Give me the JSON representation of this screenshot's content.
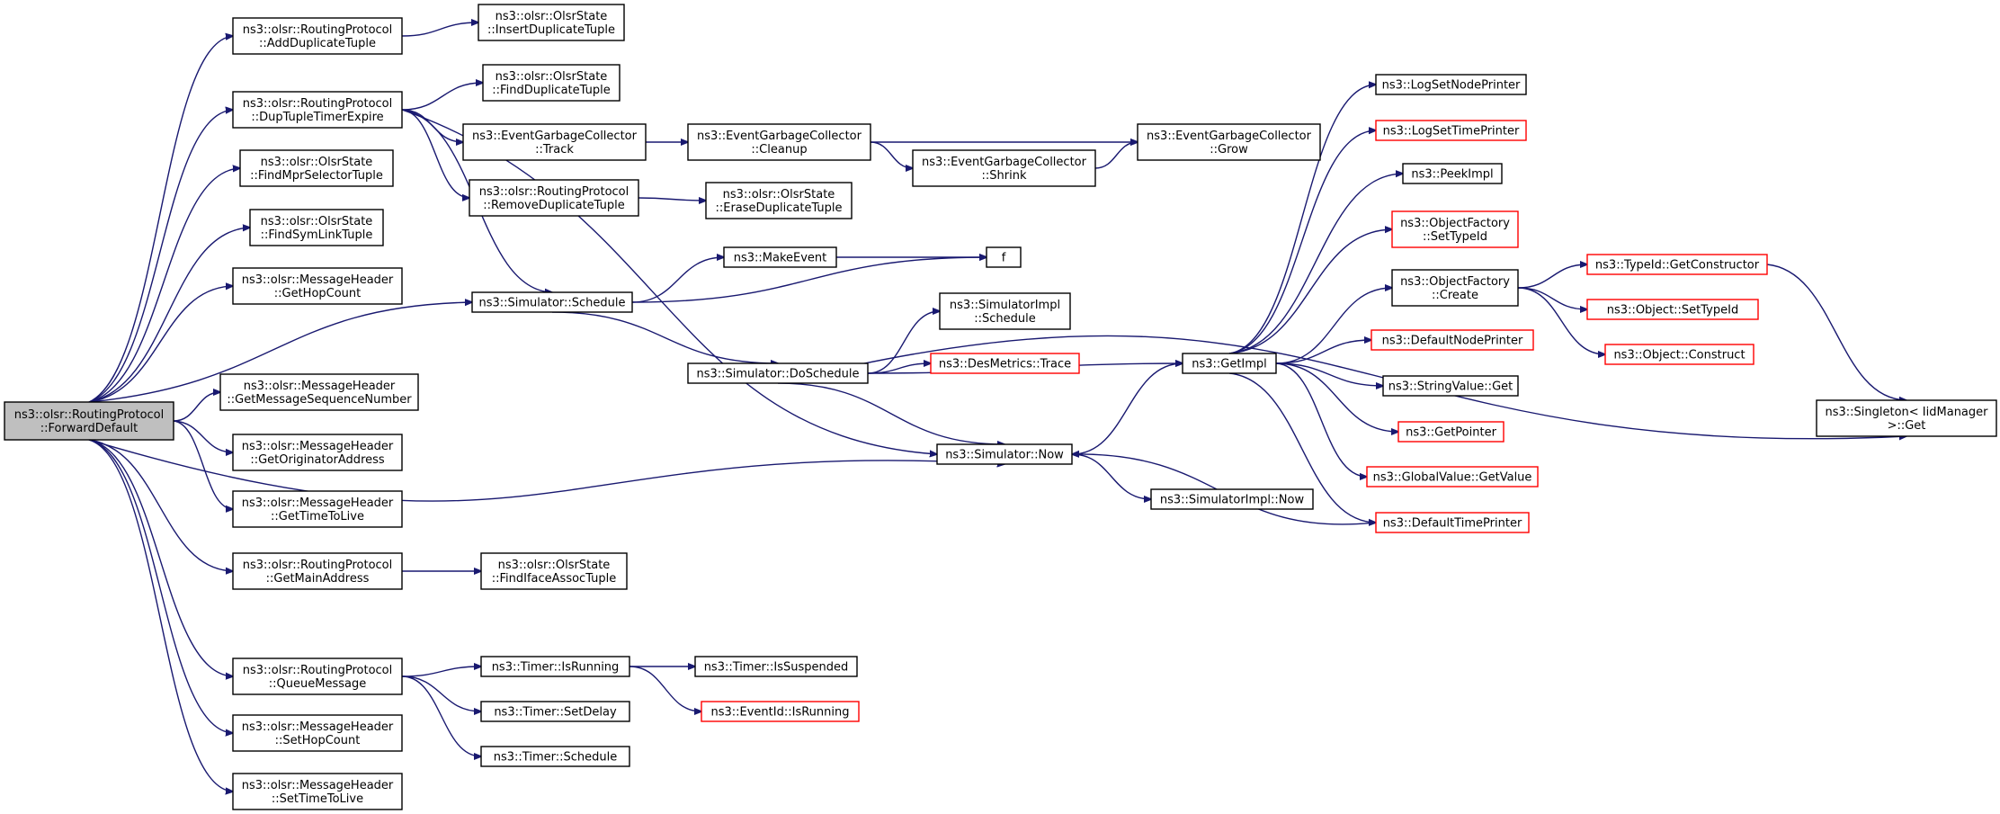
{
  "colors": {
    "edge": "#191970",
    "node_border": "#000000",
    "undocumented_border": "#ff0000",
    "root_fill": "#bfbfbf",
    "node_fill": "#ffffff"
  },
  "nodes": {
    "root": {
      "lines": [
        "ns3::olsr::RoutingProtocol",
        "::ForwardDefault"
      ],
      "kind": "root"
    },
    "addDup": {
      "lines": [
        "ns3::olsr::RoutingProtocol",
        "::AddDuplicateTuple"
      ],
      "kind": "normal"
    },
    "insDup": {
      "lines": [
        "ns3::olsr::OlsrState",
        "::InsertDuplicateTuple"
      ],
      "kind": "normal"
    },
    "dupTimer": {
      "lines": [
        "ns3::olsr::RoutingProtocol",
        "::DupTupleTimerExpire"
      ],
      "kind": "normal"
    },
    "findDup": {
      "lines": [
        "ns3::olsr::OlsrState",
        "::FindDuplicateTuple"
      ],
      "kind": "normal"
    },
    "egcTrack": {
      "lines": [
        "ns3::EventGarbageCollector",
        "::Track"
      ],
      "kind": "normal"
    },
    "egcCleanup": {
      "lines": [
        "ns3::EventGarbageCollector",
        "::Cleanup"
      ],
      "kind": "normal"
    },
    "egcGrow": {
      "lines": [
        "ns3::EventGarbageCollector",
        "::Grow"
      ],
      "kind": "normal"
    },
    "egcShrink": {
      "lines": [
        "ns3::EventGarbageCollector",
        "::Shrink"
      ],
      "kind": "normal"
    },
    "rmDup": {
      "lines": [
        "ns3::olsr::RoutingProtocol",
        "::RemoveDuplicateTuple"
      ],
      "kind": "normal"
    },
    "eraseDup": {
      "lines": [
        "ns3::olsr::OlsrState",
        "::EraseDuplicateTuple"
      ],
      "kind": "normal"
    },
    "findMpr": {
      "lines": [
        "ns3::olsr::OlsrState",
        "::FindMprSelectorTuple"
      ],
      "kind": "normal"
    },
    "findSym": {
      "lines": [
        "ns3::olsr::OlsrState",
        "::FindSymLinkTuple"
      ],
      "kind": "normal"
    },
    "getHop": {
      "lines": [
        "ns3::olsr::MessageHeader",
        "::GetHopCount"
      ],
      "kind": "normal"
    },
    "simSched": {
      "lines": [
        "ns3::Simulator::Schedule"
      ],
      "kind": "normal"
    },
    "makeEvent": {
      "lines": [
        "ns3::MakeEvent"
      ],
      "kind": "normal"
    },
    "f": {
      "lines": [
        "f"
      ],
      "kind": "normal"
    },
    "simImplSched": {
      "lines": [
        "ns3::SimulatorImpl",
        "::Schedule"
      ],
      "kind": "normal"
    },
    "doSched": {
      "lines": [
        "ns3::Simulator::DoSchedule"
      ],
      "kind": "normal"
    },
    "desTrace": {
      "lines": [
        "ns3::DesMetrics::Trace"
      ],
      "kind": "undoc"
    },
    "getMsgSeq": {
      "lines": [
        "ns3::olsr::MessageHeader",
        "::GetMessageSequenceNumber"
      ],
      "kind": "normal"
    },
    "getOrig": {
      "lines": [
        "ns3::olsr::MessageHeader",
        "::GetOriginatorAddress"
      ],
      "kind": "normal"
    },
    "getTTL": {
      "lines": [
        "ns3::olsr::MessageHeader",
        "::GetTimeToLive"
      ],
      "kind": "normal"
    },
    "getMain": {
      "lines": [
        "ns3::olsr::RoutingProtocol",
        "::GetMainAddress"
      ],
      "kind": "normal"
    },
    "findIface": {
      "lines": [
        "ns3::olsr::OlsrState",
        "::FindIfaceAssocTuple"
      ],
      "kind": "normal"
    },
    "simNow": {
      "lines": [
        "ns3::Simulator::Now"
      ],
      "kind": "normal"
    },
    "simImplNow": {
      "lines": [
        "ns3::SimulatorImpl::Now"
      ],
      "kind": "normal"
    },
    "getImpl": {
      "lines": [
        "ns3::GetImpl"
      ],
      "kind": "normal"
    },
    "logNode": {
      "lines": [
        "ns3::LogSetNodePrinter"
      ],
      "kind": "normal"
    },
    "logTime": {
      "lines": [
        "ns3::LogSetTimePrinter"
      ],
      "kind": "undoc"
    },
    "peekImpl": {
      "lines": [
        "ns3::PeekImpl"
      ],
      "kind": "normal"
    },
    "ofSetType": {
      "lines": [
        "ns3::ObjectFactory",
        "::SetTypeId"
      ],
      "kind": "undoc"
    },
    "ofCreate": {
      "lines": [
        "ns3::ObjectFactory",
        "::Create"
      ],
      "kind": "normal"
    },
    "defNode": {
      "lines": [
        "ns3::DefaultNodePrinter"
      ],
      "kind": "undoc"
    },
    "strGet": {
      "lines": [
        "ns3::StringValue::Get"
      ],
      "kind": "normal"
    },
    "getPtr": {
      "lines": [
        "ns3::GetPointer"
      ],
      "kind": "undoc"
    },
    "gvGet": {
      "lines": [
        "ns3::GlobalValue::GetValue"
      ],
      "kind": "undoc"
    },
    "defTime": {
      "lines": [
        "ns3::DefaultTimePrinter"
      ],
      "kind": "undoc"
    },
    "tidCtor": {
      "lines": [
        "ns3::TypeId::GetConstructor"
      ],
      "kind": "undoc"
    },
    "objSetType": {
      "lines": [
        "ns3::Object::SetTypeId"
      ],
      "kind": "undoc"
    },
    "objConstruct": {
      "lines": [
        "ns3::Object::Construct"
      ],
      "kind": "undoc"
    },
    "singleton": {
      "lines": [
        "ns3::Singleton< IidManager",
        " >::Get"
      ],
      "kind": "normal"
    },
    "queueMsg": {
      "lines": [
        "ns3::olsr::RoutingProtocol",
        "::QueueMessage"
      ],
      "kind": "normal"
    },
    "timerRun": {
      "lines": [
        "ns3::Timer::IsRunning"
      ],
      "kind": "normal"
    },
    "timerSusp": {
      "lines": [
        "ns3::Timer::IsSuspended"
      ],
      "kind": "normal"
    },
    "eidRun": {
      "lines": [
        "ns3::EventId::IsRunning"
      ],
      "kind": "undoc"
    },
    "timerDelay": {
      "lines": [
        "ns3::Timer::SetDelay"
      ],
      "kind": "normal"
    },
    "timerSched": {
      "lines": [
        "ns3::Timer::Schedule"
      ],
      "kind": "normal"
    },
    "setHop": {
      "lines": [
        "ns3::olsr::MessageHeader",
        "::SetHopCount"
      ],
      "kind": "normal"
    },
    "setTTL": {
      "lines": [
        "ns3::olsr::MessageHeader",
        "::SetTimeToLive"
      ],
      "kind": "normal"
    }
  }
}
